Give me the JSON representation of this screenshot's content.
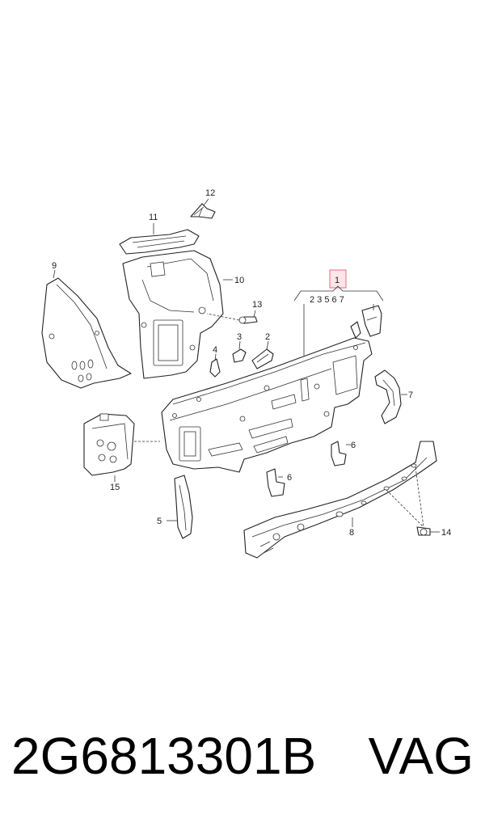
{
  "diagram": {
    "callouts": {
      "c1": "1",
      "c2": "2",
      "c3": "3",
      "c4": "4",
      "c5": "5",
      "c6a": "6",
      "c6b": "6",
      "c7": "7",
      "c8": "8",
      "c9": "9",
      "c10": "10",
      "c11": "11",
      "c12": "12",
      "c13": "13",
      "c14": "14",
      "c15": "15",
      "group_list": "2 3 5 6 7"
    },
    "highlight_color": "#e46a82"
  },
  "footer": {
    "part_number": "2G6813301B",
    "brand": "VAG"
  }
}
